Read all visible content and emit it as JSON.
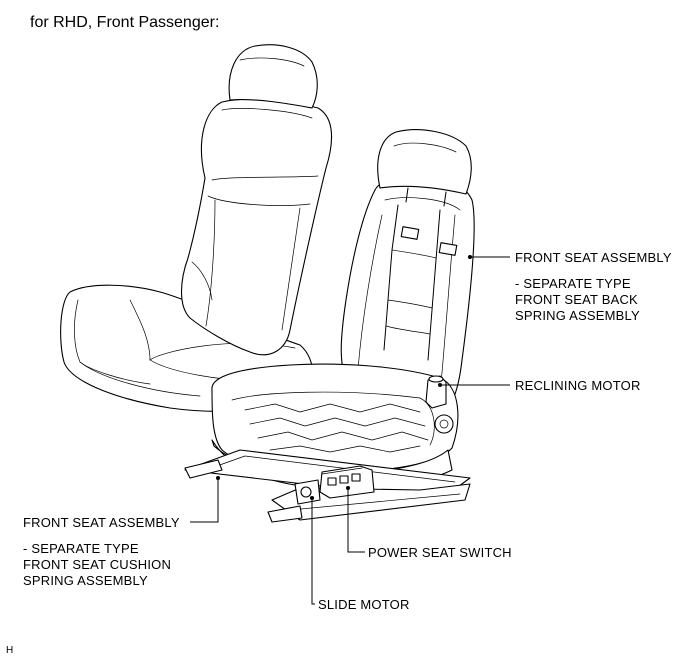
{
  "caption": "for RHD, Front Passenger:",
  "callouts": {
    "front_seat_assembly_right": {
      "title": "FRONT SEAT ASSEMBLY",
      "lines": [
        "- SEPARATE TYPE",
        "FRONT SEAT BACK",
        "SPRING ASSEMBLY"
      ]
    },
    "reclining_motor": "RECLINING MOTOR",
    "front_seat_assembly_left": {
      "title": "FRONT SEAT ASSEMBLY",
      "lines": [
        "- SEPARATE TYPE",
        "FRONT SEAT CUSHION",
        "SPRING ASSEMBLY"
      ]
    },
    "power_seat_switch": "POWER SEAT SWITCH",
    "slide_motor": "SLIDE MOTOR"
  },
  "figure_code": "H"
}
